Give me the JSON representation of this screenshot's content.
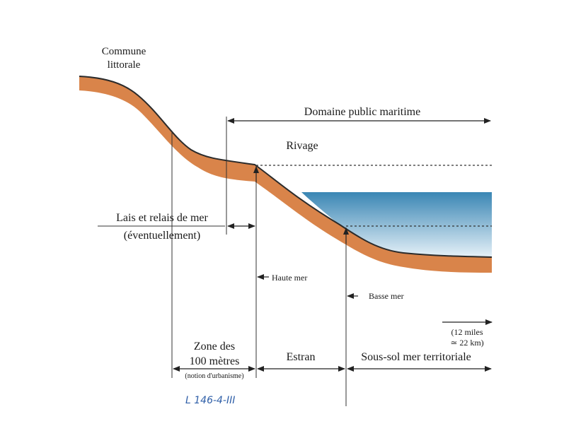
{
  "labels": {
    "commune_line1": "Commune",
    "commune_line2": "littorale",
    "domaine_public": "Domaine public maritime",
    "rivage": "Rivage",
    "lais_line1": "Lais et relais de mer",
    "lais_line2": "(éventuellement)",
    "haute_mer": "Haute mer",
    "basse_mer": "Basse mer",
    "miles_line1": "(12 miles",
    "miles_line2": "≃ 22 km)",
    "zone_line1": "Zone des",
    "zone_line2": "100 mètres",
    "zone_note": "(notion d'urbanisme)",
    "estran": "Estran",
    "sous_sol": "Sous-sol mer territoriale",
    "handwritten_ref": "L 146-4-III"
  },
  "colors": {
    "ground": "#d9844a",
    "ground_edge": "#2b2b2b",
    "sea_top": "#3a86b4",
    "sea_bottom": "#e6f1f8",
    "line": "#222222",
    "handwriting": "#2f5fa8"
  }
}
